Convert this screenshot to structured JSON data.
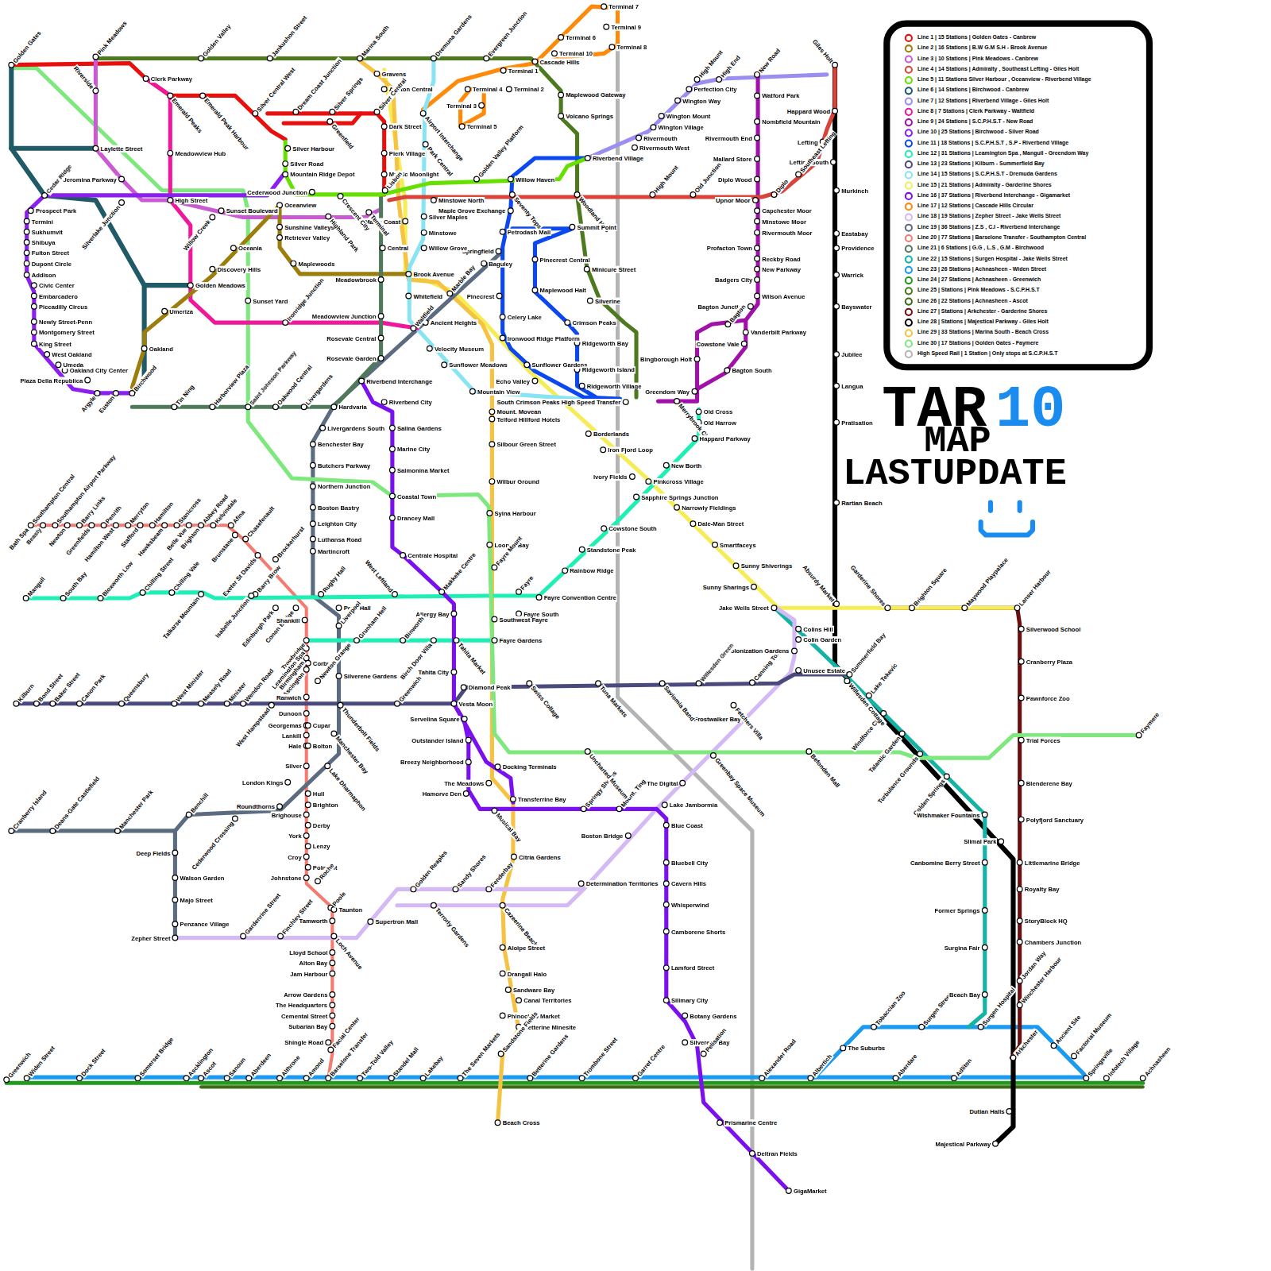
{
  "diagram": {
    "title": "TAR",
    "labels": [
      "Golden Gates",
      "Pink Meadows",
      "Golden Valley",
      "Jankushon Street",
      "Marina South",
      "Dremuna Gardens",
      "Evergreen Junction",
      "Cascade Hills",
      "Terminal 7",
      "Terminal 6",
      "Terminal 9",
      "Terminal 8",
      "Terminal 10",
      "Terminal 1",
      "Terminal 2",
      "Terminal 4",
      "Terminal 3",
      "Terminal 5",
      "Airport Interchange",
      "Gravens",
      "Ashton Central",
      "Dark Street",
      "Pierk Village",
      "Mystic Moonlight",
      "Lisbon",
      "Mable Coast",
      "Terminal",
      "Central",
      "Meadowbrook",
      "Meadowview Junction",
      "Rosevale Central",
      "Rosevale Garden",
      "Riverbend Interchange",
      "Riverbend City",
      "Hardvaria",
      "Livergardens South",
      "Benchester Bay",
      "Butchers Parkway",
      "Northern Junction",
      "Boston Bastry",
      "Leighton City",
      "Luthansa Road",
      "Martincroft",
      "Rugby Hall",
      "Peek Hall",
      "Liverpool",
      "Grunham Hell",
      "Silverene Gardens",
      "Thunderbolt Fields",
      "Manchester Bay",
      "Lake Dharmaphon",
      "Roundthorns",
      "Benchill",
      "Cranberry Island",
      "Deans-Gate Castlefield",
      "Manchester Park",
      "Cederwood Crossing",
      "Deep Fields",
      "Walson Garden",
      "Majo Street",
      "Penzance Village",
      "Zepher Street",
      "Gardenrine Street",
      "Finchley Street",
      "Supertron Mall",
      "Terrorly Gardens",
      "Golden Reaples",
      "Sandy Shores",
      "Fenderbay",
      "Determination Territories",
      "Boston Bridge",
      "The Digital",
      "Greenbay Space Museum",
      "Frostwalker Bay",
      "Fetchers Villa",
      "Canning Town",
      "Colonization Gardens",
      "Colin Garden",
      "Colins Hill",
      "Jake Wells Street",
      "Unusee Estate",
      "Brook Avenue",
      "Whitefield",
      "Marble Bay",
      "Waltfield",
      "Springfield",
      "Baguley",
      "Pinecrest",
      "Celery Lake",
      "Ironwood Ridge Platform",
      "Echo Valley",
      "Sunflower Gardens",
      "Borderlands",
      "Iron Fjord Loop",
      "Ivory Fields",
      "Pinkcross Village",
      "Sapphire Springs Junction",
      "Narrowly Fieldings",
      "Dale-Man Street",
      "Smartfaceys",
      "Sunny Shiverings",
      "Sunny Sharings",
      "Absurdy Market",
      "Garderine Shores",
      "Brighton Square",
      "Maywood Playpalace",
      "Lanser Harbour",
      "Silverwood School",
      "Cranberry Plaza",
      "Pawnforce Zoo",
      "Trial Forces",
      "Blenderene Bay",
      "Polyfjord Sanctuary",
      "Littlemarine Bridge",
      "Royalty Bay",
      "StoryBlock HQ",
      "Chambers Junction",
      "Jordan Way",
      "Winchester Harbour",
      "Arkchester",
      "Giles Holt",
      "Happard Wood",
      "Lefting",
      "Lefting South",
      "Murkinch",
      "Eastabay",
      "Providence",
      "Warrick",
      "Bayswater",
      "Jubilee",
      "Langua",
      "Pratisation",
      "Rartian Beach",
      "Summerfield Bay",
      "Lake Tekevic",
      "Windforce City",
      "Talantic Garden",
      "Turbulance Grounds",
      "Golden Springs",
      "Wishmaker Fountains",
      "Slimal Park",
      "Dutian Halls",
      "Majestical Parkway",
      "Diplo",
      "Southeast Lefting",
      "Upnor Moor",
      "Old Junction",
      "High Mount",
      "Woodland Hills",
      "Seventy Tops",
      "Minstowe North",
      "Riverbend Village",
      "Rivermouth West",
      "Rivermouth",
      "Wington Village",
      "Wington Mount",
      "Wington Way",
      "Perfection City",
      "High Mount",
      "High End",
      "New Road",
      "Watford Park",
      "Nombfield Mountain",
      "Rivermouth End",
      "Mallard Store",
      "Diplo Wood",
      "Capchester Moor",
      "Minstowe Moor",
      "Rivermouth Moor",
      "Profacton Town",
      "Reckby Road",
      "New Parkway",
      "Badgers City",
      "Wilson Avenue",
      "Bagton Junction",
      "Vanderbilt Parkway",
      "Bagton",
      "Cowstone Vale",
      "Bagton South",
      "Bingborough Holt",
      "Greendom Way",
      "Merrybrook City",
      "Maplewood Gateway",
      "Volcano Springs",
      "Minicure Street",
      "Silverine",
      "Park Central",
      "Maple Grove Exchange",
      "Silver Maples",
      "Minstowe",
      "Willow Grove",
      "Velocity Museum",
      "Sunflower Meadows",
      "Mountain View",
      "Petrodash Mall",
      "Summit Point",
      "Pinecrest Central",
      "Maplewood Halt",
      "Crimson Peaks",
      "Ridgeworth Bay",
      "Ridgeworth Island",
      "Ridgeworth Village",
      "South Crimson Peaks High Speed Transfer",
      "Willow Haven",
      "Golden Valley Platform",
      "Silver Harbour",
      "Silver Road",
      "Mountain Ridge Depot",
      "Cederwood Junction",
      "Crescent City",
      "Oceanview",
      "Mount. Movean",
      "Telford Hillford Hotels",
      "Silbour Green Street",
      "Wilbur Ground",
      "Syina Harbour",
      "Looney Bay",
      "Fayre Mount",
      "Fayre",
      "Southwest Fayre",
      "Fayre Gardens",
      "Docking Terminals",
      "Transferrine Bay",
      "Musical Bay",
      "Citria Gardens",
      "Cazeerine Beach",
      "Aloipe Street",
      "Drangall Halo",
      "Sandware Bay",
      "Canal Territories",
      "Phinoclino Market",
      "Betterine Minesite",
      "Sandstone Fields",
      "Beach Cross",
      "Salina Gardens",
      "Marine City",
      "Salmonina Market",
      "Coastal Town",
      "Drancey Mall",
      "Centrale Hospital",
      "Makkeke Centre",
      "Allergy Bay",
      "Tahita Market",
      "Tahita City",
      "Diamond Peak",
      "Vesta Moon",
      "Servelina Square",
      "Outstander Island",
      "Breezy Neighborhood",
      "The Meadows",
      "Hamorve Den",
      "Springy Shores",
      "Mount. Ting",
      "Lake Jambormia",
      "Blue Coast",
      "Bluebell City",
      "Cavern Hills",
      "Whisperwind",
      "Camborene Shorts",
      "Lamford Street",
      "Silimary City",
      "Botany Gardens",
      "Silverene Bay",
      "Pelisation",
      "Prismarine Centre",
      "Deltran Fields",
      "GigaMarket",
      "Mangull",
      "South Bay",
      "Bloxworth Low",
      "Chilling Street",
      "Chilling Vale",
      "Talkarse Mountain",
      "Barry Brow",
      "West Leftland",
      "Fayre Convention Centre",
      "Fayre South",
      "Rainbow Ridge",
      "Standstone Peak",
      "Cowstone South",
      "New Borth",
      "Happard Parkway",
      "Old Harrow",
      "Old Cross",
      "Binworth",
      "Birch Door Villa",
      "Kilburn",
      "Bond Street",
      "Baker Street",
      "Canon Park",
      "Queensbury",
      "West Minister",
      "Measely Road",
      "Minister",
      "Wendon Road",
      "West Hampstead",
      "Greenwich",
      "Swiss Collage",
      "Tuna Markets",
      "Saviomia Band",
      "Willesden Green",
      "Willesden Cottage",
      "Southampton Central",
      "Bath Spa",
      "Southampton Airport Parkway",
      "Beasly",
      "Barry Links",
      "Newton",
      "Penrith",
      "Greenfields",
      "Merryton",
      "Hamilton West",
      "Hamilton",
      "Stafford",
      "Stanicross",
      "Hawksbeam",
      "Abbey Road",
      "Belle Vue",
      "Kelvindale",
      "Brighton",
      "Afina",
      "Brunstane",
      "Chasefenault",
      "Brockerhurst",
      "Exeter St Davids",
      "Isabelle Junction",
      "Edinburgh Park",
      "Conon Bridge",
      "Shankill",
      "Trowbridge",
      "Leamington Spa",
      "Birmingham",
      "Corby",
      "Ascington",
      "Newton Grange",
      "Ranwich",
      "Dunoon",
      "Georgemas",
      "Cupar",
      "Lankill",
      "Hale",
      "Bolton",
      "Silver",
      "London Kings",
      "Hull",
      "Brighton",
      "Brighouse",
      "Derby",
      "York",
      "Lenzy",
      "Croy",
      "Polmont",
      "Johnstone",
      "Roche",
      "Poole",
      "Taunton",
      "Tamworth",
      "Loch Avenue",
      "Lloyd School",
      "Alton Bay",
      "Jam Harbour",
      "Arrow Gardens",
      "The Headquarters",
      "Cemental Street",
      "Subarian Bay",
      "Shingle Road",
      "Facial Center",
      "Barselone Transfer",
      "Greenwich",
      "Widen Street",
      "Dock Street",
      "Somerset Bridge",
      "Ascklington",
      "Ascot",
      "Sanoun",
      "Aberdeen",
      "Althrone",
      "Amond",
      "Two-Told Valley",
      "Standel Mall",
      "Lakebay",
      "The Seven Markets",
      "Betterine Gardens",
      "Trombone Street",
      "Garret Centre",
      "Alexander Road",
      "Albertich",
      "Aberdare",
      "Adliton",
      "Springsville",
      "Infotech Village",
      "Achnasheen",
      "The Suburbs",
      "Tobaccian Zoo",
      "Surgen Street",
      "Surgen Hospital",
      "Ancient Site",
      "Factorial Museum",
      "Canbomine Berry Street",
      "Former Springs",
      "Surgina Fair",
      "Beach Bay",
      "Riverside",
      "Laylette Street",
      "Jeromina Parkway",
      "High Street",
      "Meadowview Hub",
      "Emerald Peak Harbour",
      "Sunset Boulevard",
      "Willow Creek",
      "Oceania",
      "Discovery Hills",
      "Sunset Yard",
      "Ironridge Junction",
      "Oakwood Central",
      "Saint Johnson Parkway",
      "Harborview Plaza",
      "Tin Ning",
      "Livergardens",
      "Uncharted Museum",
      "Befonden Mall",
      "Faymere",
      "Silverlake Junction",
      "Golden Meadows",
      "Umeriza",
      "Oakland",
      "Birchwood",
      "Euston",
      "Argyle",
      "Cedar Ridge",
      "Prospect Park",
      "Termini",
      "Sukhumvit",
      "Shibuya",
      "Fulton Street",
      "Dupont Circle",
      "Addison",
      "Civic Center",
      "Embarcadero",
      "Piccadilly Circus",
      "Newly Street-Penn",
      "Montgomery Street",
      "King Street",
      "West Oakland",
      "Umeda",
      "Oakland City Center",
      "Plaza Della Republica",
      "Clerk Parkway",
      "Emerald Peaks",
      "Sunshine Valleys",
      "Retriever Valley",
      "Maplewoods",
      "Highland Park",
      "Silver Central West",
      "Dream Coast Junction",
      "Silver Springs",
      "Silver Central",
      "Greenfield",
      "Ancient Heights",
      "10",
      "MAP",
      "LASTUPDATE"
    ],
    "legend": [
      {
        "text": "Line 1 | 15 Stations | Golden Gates - Canbrew",
        "color": "#e8100e"
      },
      {
        "text": "Line 2 | 16 Stations | B.W G.M S.H - Brook Avenue",
        "color": "#9b7e0c"
      },
      {
        "text": "Line 3 | 10 Stations | Pink Meadows - Canbrew",
        "color": "#c95ad2"
      },
      {
        "text": "Line 4 | 14 Stations | Admiralty , Southeast Lefting - Giles Holt",
        "color": "#d9443a"
      },
      {
        "text": "Line 5 | 11 Stations Silver Harbour , Oceanview - Riverbend Village",
        "color": "#66e000"
      },
      {
        "text": "Line 6 | 14 Stations | Birchwood - Canbrew",
        "color": "#1f5a66"
      },
      {
        "text": "Line 7 | 12 Stations | Riverbend Village - Giles Holt",
        "color": "#9a8ef0"
      },
      {
        "text": "Line 8 | 7 Stations | Clerk Parkway - Waltfield",
        "color": "#f0189a"
      },
      {
        "text": "Line 9 | 24 Stations | S.C.P.H.S.T - New Road",
        "color": "#a210aa"
      },
      {
        "text": "Line 10 | 25 Stations | Birchwood - Silver Road",
        "color": "#8a1ff0"
      },
      {
        "text": "Line 11 | 18 Stations | S.C.P.H.S.T , S.P - Riverbend Village",
        "color": "#0b48f0"
      },
      {
        "text": "Line 12 | 31 Stations | Leamington Spa , Mangull - Greendom Way",
        "color": "#1ef0b5"
      },
      {
        "text": "Line 13 | 23 Stations | Kilburn - Summerfield Bay",
        "color": "#4a4a7e"
      },
      {
        "text": "Line 14 | 15 Stations | S.C.P.H.S.T - Dremuda Gardens",
        "color": "#88e4f2"
      },
      {
        "text": "Line 15 | 21 Stations | Admiralty - Garderine Shores",
        "color": "#f6ec55"
      },
      {
        "text": "Line 16 | 37 Stations | Riverbend Interchange - Gigamarket",
        "color": "#7a10f0"
      },
      {
        "text": "Line 17 | 12 Stations | Cascade Hills Circular",
        "color": "#ff8a0a"
      },
      {
        "text": "Line 18 | 19 Stations | Zepher Street - Jake Wells Street",
        "color": "#d4b9f5"
      },
      {
        "text": "Line 19 | 36 Stations | Z.S , C.I - Riverbend Interchange",
        "color": "#5b6b80"
      },
      {
        "text": "Line 20 | 77 Stations | Barselone Transfer - Southampton Central",
        "color": "#f57a6f"
      },
      {
        "text": "Line 21 | 6 Stations | G.G , L.S , G.M - Birchwood",
        "color": "#4f7a5a"
      },
      {
        "text": "Line 22 | 15 Stations | Surgen Hospital - Jake Wells Street",
        "color": "#14b3a6"
      },
      {
        "text": "Line 23 | 26 Stations | Achnasheen - Widen Street",
        "color": "#1a9af0"
      },
      {
        "text": "Line 24 | 27 Stations | Achnasheen - Greenwich",
        "color": "#239a1f"
      },
      {
        "text": "Line 25 | Stations | Pink Meadows - S.C.P.H.S.T",
        "color": "#4d7a1e"
      },
      {
        "text": "Line 26 | 22 Stations | Achnasheen - Ascot",
        "color": "#3d6b17"
      },
      {
        "text": "Line 27 | Stations | Arkchester - Garderine Shores",
        "color": "#6a1010"
      },
      {
        "text": "Line 28 | Stations | Majestical Parkway - Giles Holt",
        "color": "#000000"
      },
      {
        "text": "Line 29 | 33 Stations | Marina South - Beach Cross",
        "color": "#f5c242"
      },
      {
        "text": "Line 30 | 17 Stations | Golden Gates - Faymere",
        "color": "#7ee87e"
      },
      {
        "text": "High Speed Rail | 1 Station | Only stops at S.C.P.H.S.T",
        "color": "#b4b4b4"
      }
    ]
  }
}
